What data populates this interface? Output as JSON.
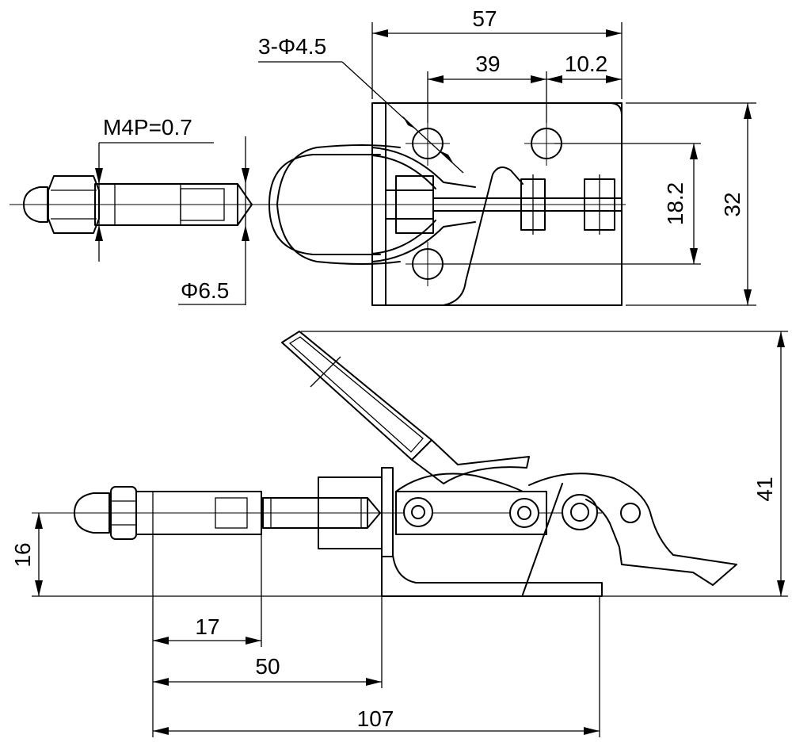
{
  "title": "",
  "colors": {
    "line": "#000000",
    "background": "#ffffff"
  },
  "top_view": {
    "dimensions": {
      "width_total": "57",
      "hole_spacing": "39",
      "hole_offset": "10.2",
      "hole_vertical": "18.2",
      "height_total": "32"
    },
    "callouts": {
      "holes": "3-Φ4.5",
      "thread": "M4P=0.7",
      "spindle_diameter": "Φ6.5"
    }
  },
  "side_view": {
    "dimensions": {
      "spindle_height": "16",
      "overall_height": "41",
      "thread_length": "17",
      "stroke_to_base": "50",
      "overall_length": "107"
    }
  }
}
